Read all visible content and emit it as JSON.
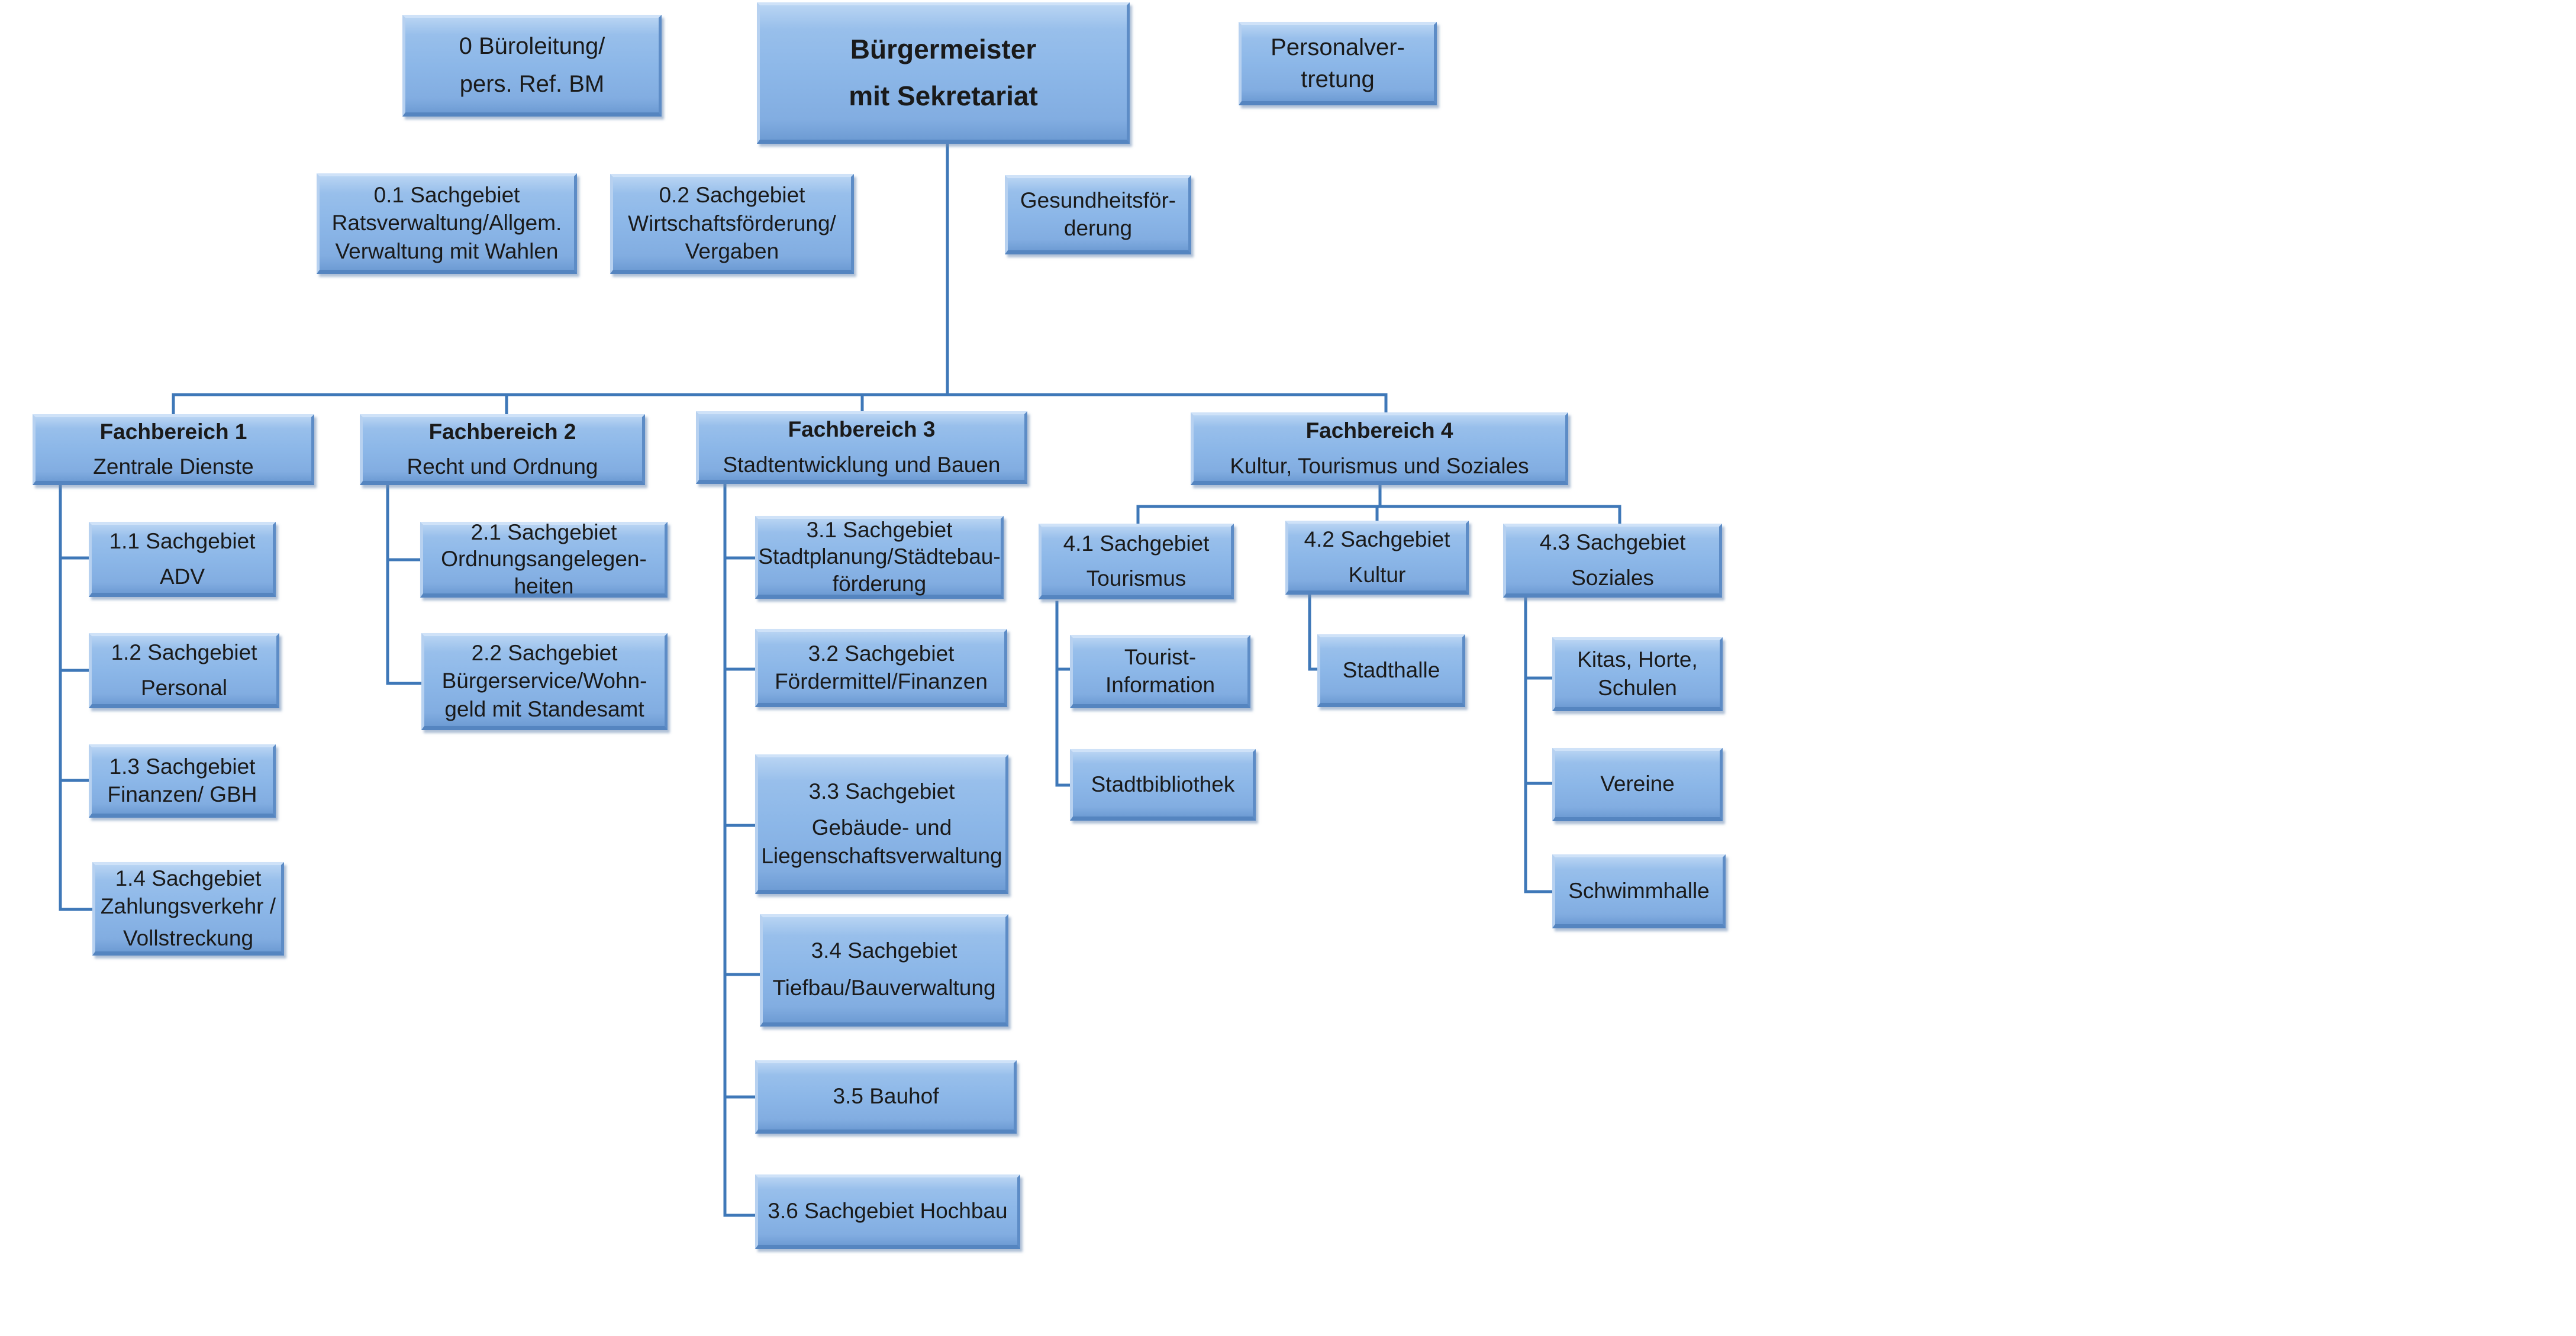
{
  "header": {
    "buero": [
      "0 Büroleitung/",
      "pers. Ref. BM"
    ],
    "bm": [
      "Bürgermeister",
      "mit Sekretariat"
    ],
    "personal": [
      "Personalver-",
      "tretung"
    ]
  },
  "staff": {
    "s01": [
      "0.1 Sachgebiet",
      "Ratsverwaltung/Allgem.",
      "Verwaltung mit Wahlen"
    ],
    "s02": [
      "0.2 Sachgebiet",
      "Wirtschaftsförderung/",
      "Vergaben"
    ],
    "gesund": [
      "Gesundheitsför-",
      "derung"
    ]
  },
  "fb1": {
    "head": [
      "Fachbereich 1",
      "Zentrale Dienste"
    ],
    "s11": [
      "1.1 Sachgebiet",
      "ADV"
    ],
    "s12": [
      "1.2 Sachgebiet",
      "Personal"
    ],
    "s13": [
      "1.3 Sachgebiet",
      "Finanzen/ GBH"
    ],
    "s14": [
      "1.4 Sachgebiet",
      "Zahlungsverkehr /",
      "Vollstreckung"
    ]
  },
  "fb2": {
    "head": [
      "Fachbereich 2",
      "Recht und Ordnung"
    ],
    "s21": [
      "2.1 Sachgebiet",
      "Ordnungsangelegen-",
      "heiten"
    ],
    "s22": [
      "2.2 Sachgebiet",
      "Bürgerservice/Wohn-",
      "geld mit Standesamt"
    ]
  },
  "fb3": {
    "head": [
      "Fachbereich 3",
      "Stadtentwicklung und Bauen"
    ],
    "s31": [
      "3.1 Sachgebiet",
      "Stadtplanung/Städtebau-",
      "förderung"
    ],
    "s32": [
      "3.2 Sachgebiet",
      "Fördermittel/Finanzen"
    ],
    "s33": [
      "3.3 Sachgebiet",
      "Gebäude- und",
      "Liegenschaftsverwaltung"
    ],
    "s34": [
      "3.4 Sachgebiet",
      "Tiefbau/Bauverwaltung"
    ],
    "s35": [
      "3.5 Bauhof"
    ],
    "s36": [
      "3.6 Sachgebiet Hochbau"
    ]
  },
  "fb4": {
    "head": [
      "Fachbereich 4",
      "Kultur, Tourismus und Soziales"
    ],
    "s41": [
      "4.1 Sachgebiet",
      "Tourismus"
    ],
    "s42": [
      "4.2 Sachgebiet",
      "Kultur"
    ],
    "s43": [
      "4.3 Sachgebiet",
      "Soziales"
    ],
    "touri": [
      "Tourist-",
      "Information"
    ],
    "biblio": [
      "Stadtbibliothek"
    ],
    "halle": [
      "Stadthalle"
    ],
    "kitas": [
      "Kitas, Horte,",
      "Schulen"
    ],
    "vereine": [
      "Vereine"
    ],
    "schwimm": [
      "Schwimmhalle"
    ]
  },
  "colors": {
    "box_fill": "#8cb7e8",
    "line": "#3f78b8",
    "text": "#1a1a1a"
  }
}
